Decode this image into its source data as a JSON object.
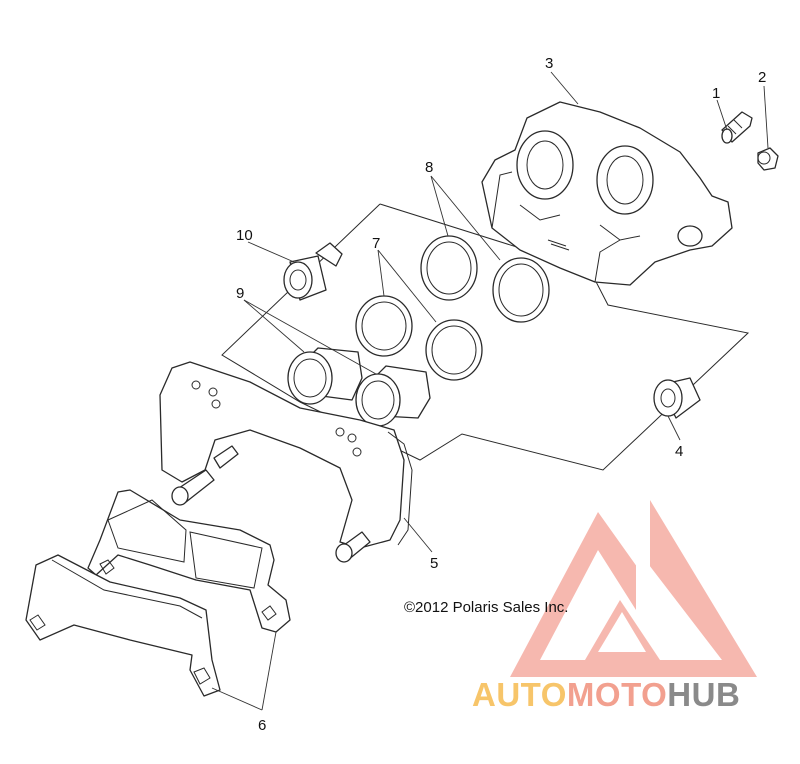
{
  "diagram": {
    "callouts": [
      {
        "id": "1",
        "part": "bleeder-screw"
      },
      {
        "id": "2",
        "part": "bleeder-cap"
      },
      {
        "id": "3",
        "part": "caliper-housing"
      },
      {
        "id": "4",
        "part": "boot"
      },
      {
        "id": "5",
        "part": "caliper-bracket"
      },
      {
        "id": "6",
        "part": "brake-pads"
      },
      {
        "id": "7",
        "part": "piston-seal"
      },
      {
        "id": "8",
        "part": "dust-seal"
      },
      {
        "id": "9",
        "part": "pistons"
      },
      {
        "id": "10",
        "part": "boot-with-pin"
      }
    ],
    "copyright": "©2012 Polaris Sales Inc."
  },
  "watermark": {
    "part1": "AUTO",
    "part2": "MOTO",
    "part3": "HUB",
    "colors": {
      "auto": "#f7c56a",
      "moto": "#f2a08f",
      "hub": "#8a8a8a",
      "logo": "#f08a80"
    }
  },
  "icons": {
    "logo": "triangle-m-logo-icon"
  }
}
